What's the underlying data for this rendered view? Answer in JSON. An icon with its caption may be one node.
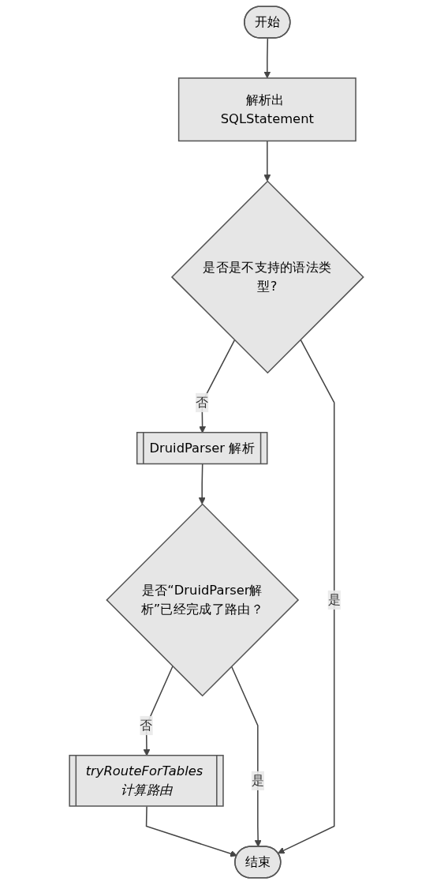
{
  "diagram": {
    "nodes": [
      {
        "text": [
          "开始"
        ]
      },
      {
        "text": [
          "解析出 SQLStatement"
        ]
      },
      {
        "text": [
          "是否是不支持的语法类型?"
        ]
      },
      {
        "text": [
          "DruidParser 解析"
        ]
      },
      {
        "text": [
          "是否“DruidParser解析”已经完成了路由？"
        ]
      },
      {
        "text": [
          "tryRouteForTables 计算路由"
        ]
      },
      {
        "text": [
          "结束"
        ]
      }
    ],
    "edges": [
      {
        "from": 0,
        "to": 1,
        "arrow": "to"
      },
      {
        "from": 1,
        "to": 2,
        "arrow": "to"
      },
      {
        "from": 2,
        "to": 3,
        "arrow": "to",
        "label": "否"
      },
      {
        "from": 3,
        "to": 4,
        "arrow": "to"
      },
      {
        "from": 4,
        "to": 5,
        "arrow": "to",
        "label": "否"
      },
      {
        "from": 5,
        "to": 6,
        "arrow": "to"
      },
      {
        "from": 4,
        "to": 6,
        "arrow": "to",
        "label": "是"
      },
      {
        "from": 2,
        "to": 6,
        "arrow": "to",
        "label": "是"
      }
    ]
  }
}
